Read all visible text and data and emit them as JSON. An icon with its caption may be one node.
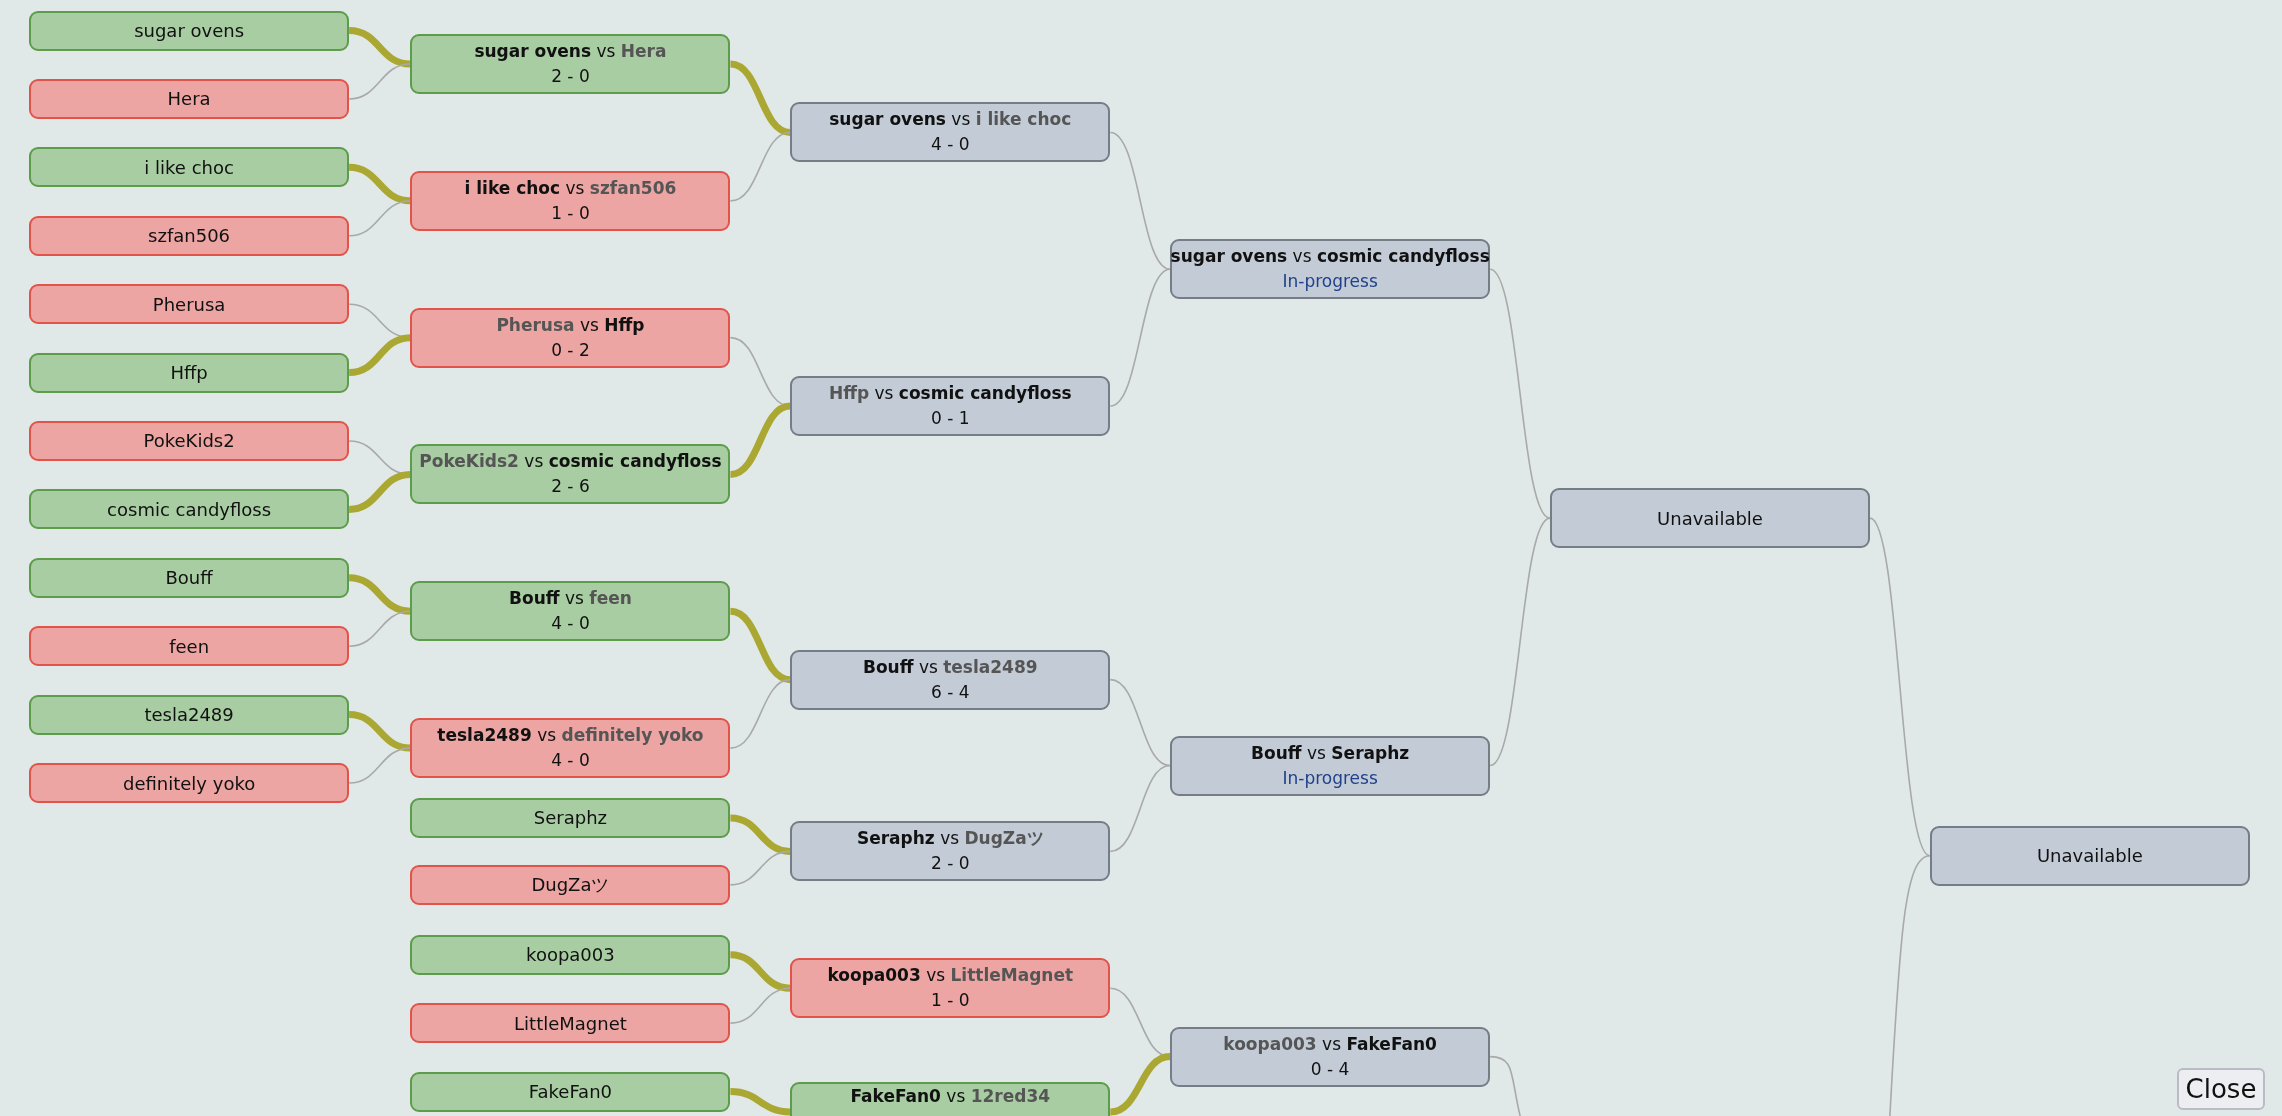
{
  "diagram": {
    "nodes": [
      {
        "text": [
          "sugar ovens"
        ]
      },
      {
        "text": [
          "Hera"
        ]
      },
      {
        "text": [
          "i like choc"
        ]
      },
      {
        "text": [
          "szfan506"
        ]
      },
      {
        "text": [
          "Pherusa"
        ]
      },
      {
        "text": [
          "Hffp"
        ]
      },
      {
        "text": [
          "PokeKids2"
        ]
      },
      {
        "text": [
          "cosmic candyfloss"
        ]
      },
      {
        "text": [
          "Bouff"
        ]
      },
      {
        "text": [
          "feen"
        ]
      },
      {
        "text": [
          "tesla2489"
        ]
      },
      {
        "text": [
          "definitely yoko"
        ]
      },
      {
        "text": [
          "Seraphz"
        ]
      },
      {
        "text": [
          "DugZaツ"
        ]
      },
      {
        "text": [
          "koopa003"
        ]
      },
      {
        "text": [
          "LittleMagnet"
        ]
      },
      {
        "text": [
          "FakeFan0"
        ]
      },
      {
        "text": [
          "sugar ovens",
          "vs",
          "Hera",
          "2 - 0"
        ]
      },
      {
        "text": [
          "i like choc",
          "vs",
          "szfan506",
          "1 - 0"
        ]
      },
      {
        "text": [
          "Pherusa",
          "vs",
          "Hffp",
          "0 - 2"
        ]
      },
      {
        "text": [
          "PokeKids2",
          "vs",
          "cosmic candyfloss",
          "2 - 6"
        ]
      },
      {
        "text": [
          "Bouff",
          "vs",
          "feen",
          "4 - 0"
        ]
      },
      {
        "text": [
          "tesla2489",
          "vs",
          "definitely yoko",
          "4 - 0"
        ]
      },
      {
        "text": [
          "sugar ovens",
          "vs",
          "i like choc",
          "4 - 0"
        ]
      },
      {
        "text": [
          "Hffp",
          "vs",
          "cosmic candyfloss",
          "0 - 1"
        ]
      },
      {
        "text": [
          "Bouff",
          "vs",
          "tesla2489",
          "6 - 4"
        ]
      },
      {
        "text": [
          "Seraphz",
          "vs",
          "DugZaツ",
          "2 - 0"
        ]
      },
      {
        "text": [
          "koopa003",
          "vs",
          "LittleMagnet",
          "1 - 0"
        ]
      },
      {
        "text": [
          "FakeFan0",
          "vs",
          "12red34"
        ]
      },
      {
        "text": [
          "sugar ovens",
          "vs",
          "cosmic candyfloss",
          "In-progress"
        ]
      },
      {
        "text": [
          "Bouff",
          "vs",
          "Seraphz",
          "In-progress"
        ]
      },
      {
        "text": [
          "koopa003",
          "vs",
          "FakeFan0",
          "0 - 4"
        ]
      },
      {
        "text": [
          "Unavailable"
        ]
      },
      {
        "text": [
          "Unavailable"
        ]
      }
    ],
    "edges": [
      {
        "from": 0,
        "to": 17,
        "arrow": "none",
        "style": "thick",
        "color": "#aaa832"
      },
      {
        "from": 1,
        "to": 17,
        "arrow": "none"
      },
      {
        "from": 2,
        "to": 18,
        "arrow": "none",
        "style": "thick",
        "color": "#aaa832"
      },
      {
        "from": 3,
        "to": 18,
        "arrow": "none"
      },
      {
        "from": 4,
        "to": 19,
        "arrow": "none"
      },
      {
        "from": 5,
        "to": 19,
        "arrow": "none",
        "style": "thick",
        "color": "#aaa832"
      },
      {
        "from": 6,
        "to": 20,
        "arrow": "none"
      },
      {
        "from": 7,
        "to": 20,
        "arrow": "none",
        "style": "thick",
        "color": "#aaa832"
      },
      {
        "from": 8,
        "to": 21,
        "arrow": "none",
        "style": "thick",
        "color": "#aaa832"
      },
      {
        "from": 9,
        "to": 21,
        "arrow": "none"
      },
      {
        "from": 10,
        "to": 22,
        "arrow": "none",
        "style": "thick",
        "color": "#aaa832"
      },
      {
        "from": 11,
        "to": 22,
        "arrow": "none"
      },
      {
        "from": 12,
        "to": 26,
        "arrow": "none",
        "style": "thick",
        "color": "#aaa832"
      },
      {
        "from": 13,
        "to": 26,
        "arrow": "none"
      },
      {
        "from": 14,
        "to": 27,
        "arrow": "none",
        "style": "thick",
        "color": "#aaa832"
      },
      {
        "from": 15,
        "to": 27,
        "arrow": "none"
      },
      {
        "from": 16,
        "to": 28,
        "arrow": "none",
        "style": "thick",
        "color": "#aaa832"
      },
      {
        "from": 17,
        "to": 23,
        "arrow": "none",
        "style": "thick",
        "color": "#aaa832"
      },
      {
        "from": 18,
        "to": 23,
        "arrow": "none"
      },
      {
        "from": 19,
        "to": 24,
        "arrow": "none"
      },
      {
        "from": 20,
        "to": 24,
        "arrow": "none",
        "style": "thick",
        "color": "#aaa832"
      },
      {
        "from": 21,
        "to": 25,
        "arrow": "none",
        "style": "thick",
        "color": "#aaa832"
      },
      {
        "from": 22,
        "to": 25,
        "arrow": "none"
      },
      {
        "from": 23,
        "to": 29,
        "arrow": "none"
      },
      {
        "from": 24,
        "to": 29,
        "arrow": "none"
      },
      {
        "from": 25,
        "to": 30,
        "arrow": "none"
      },
      {
        "from": 26,
        "to": 30,
        "arrow": "none"
      },
      {
        "from": 27,
        "to": 31,
        "arrow": "none"
      },
      {
        "from": 28,
        "to": 31,
        "arrow": "none",
        "style": "thick",
        "color": "#aaa832"
      },
      {
        "from": 29,
        "to": 32,
        "arrow": "none"
      },
      {
        "from": 30,
        "to": 32,
        "arrow": "none"
      },
      {
        "from": 31,
        "to": null,
        "arrow": "none"
      },
      {
        "from": 32,
        "to": 33,
        "arrow": "none"
      },
      {
        "from": null,
        "to": 33,
        "arrow": "none"
      }
    ],
    "labels": [
      "Close"
    ]
  }
}
